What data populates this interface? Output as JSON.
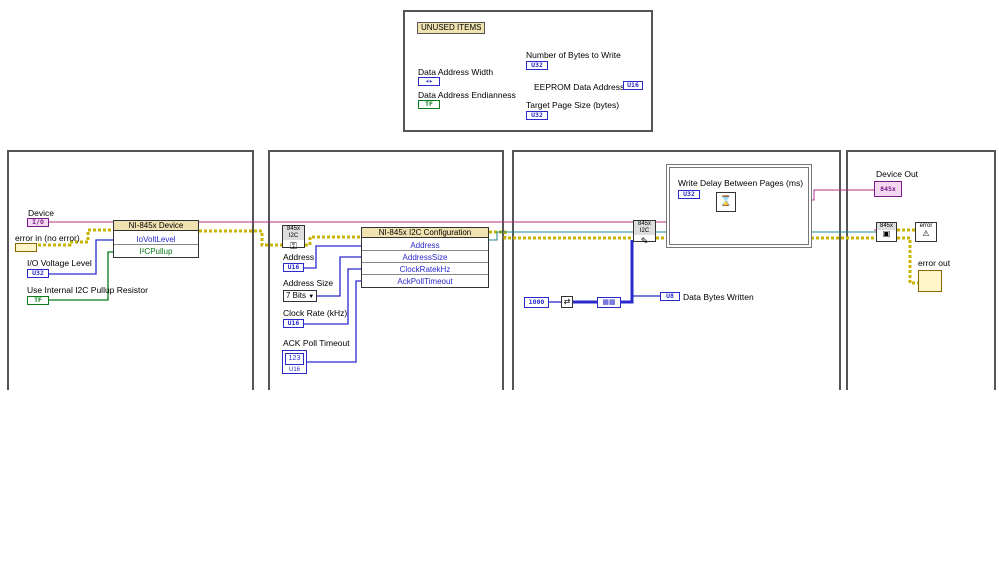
{
  "unused_items": {
    "title": "UNUSED ITEMS",
    "data_address_width": "Data Address Width",
    "data_address_endianness": "Data Address Endianness",
    "number_of_bytes_to_write": "Number of Bytes to Write",
    "eeprom_data_address": "EEPROM Data Address",
    "target_page_size": "Target Page Size (bytes)",
    "u32": "U32",
    "u16": "U16",
    "tf": "TF",
    "enum_glyph": "◂▸"
  },
  "frame1": {
    "device_label": "Device",
    "device_term": "I/O",
    "error_in_label": "error in (no error)",
    "io_voltage_label": "I/O Voltage Level",
    "io_voltage_term": "U32",
    "pullup_label": "Use Internal I2C Pullup Resistor",
    "pullup_term": "TF",
    "node_title": "NI-845x Device",
    "node_rows": [
      "IoVoltLevel",
      "I²CPullup"
    ]
  },
  "frame2": {
    "address_label": "Address",
    "address_term": "U16",
    "address_size_label": "Address Size",
    "address_size_value": "7 Bits",
    "clock_rate_label": "Clock Rate (kHz)",
    "clock_rate_term": "U16",
    "ack_poll_label": "ACK Poll Timeout",
    "ack_poll_term": "123",
    "ack_poll_sub": "U16",
    "node_title": "NI-845x I2C Configuration",
    "node_rows": [
      "Address",
      "AddressSize",
      "ClockRatekHz",
      "AckPollTimeout"
    ],
    "icon_label": "845x I2C"
  },
  "frame3": {
    "loop_label": "Write Delay Between Pages (ms)",
    "loop_term": "U32",
    "constant_value": "1000",
    "data_bytes_written_label": "Data Bytes Written",
    "data_bytes_term": "U8",
    "write_icon_label": "845x I2C"
  },
  "frame4": {
    "device_out_label": "Device Out",
    "device_out_term": "845x",
    "error_out_label": "error out",
    "close_icon_label": "845x",
    "error_icon_label": "error"
  },
  "colors": {
    "frame": "#555555",
    "refnum_wire": "#b0308a",
    "error_wire": "#c8b400",
    "u32_wire": "#2a2acc",
    "bool_wire": "#0b7a18",
    "cluster_wire": "#208888"
  }
}
